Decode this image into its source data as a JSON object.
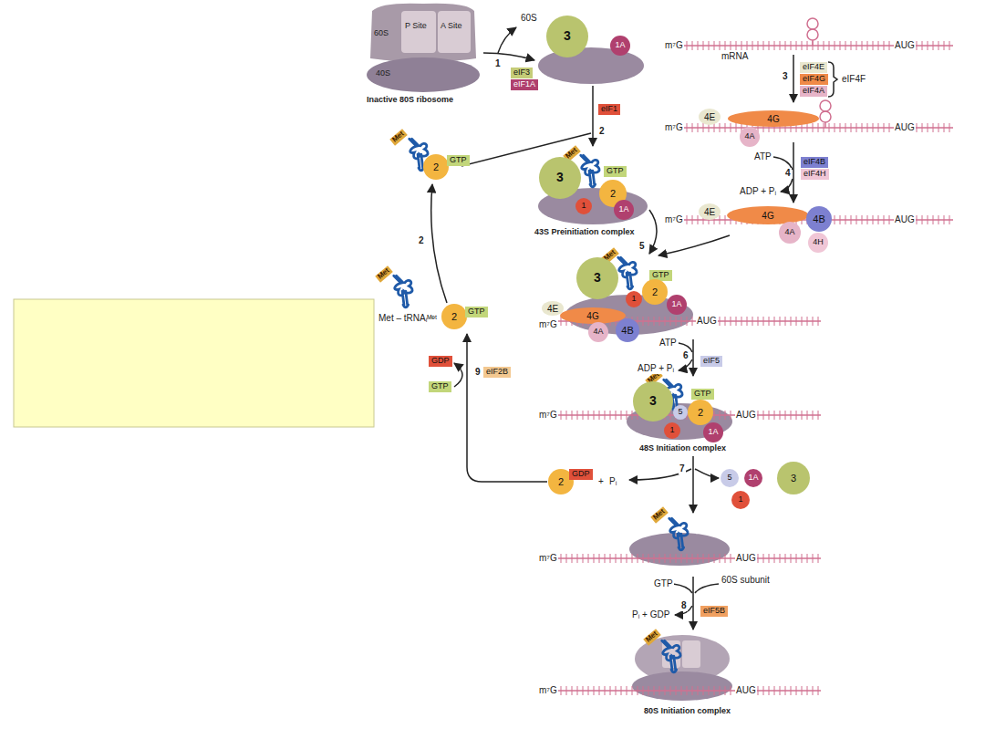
{
  "diagram": {
    "nodes": [
      {
        "text": [
          "60S",
          "P Site",
          "A Site",
          "40S",
          "Inactive 80S ribosome"
        ]
      },
      {
        "text": [
          "eIF3"
        ]
      },
      {
        "text": [
          "eIF1A"
        ]
      },
      {
        "text": [
          "3"
        ]
      },
      {
        "text": [
          "1A"
        ]
      },
      {
        "text": [
          "eIF1"
        ]
      },
      {
        "text": [
          "Met"
        ]
      },
      {
        "text": [
          "2"
        ]
      },
      {
        "text": [
          "GTP"
        ]
      },
      {
        "text": [
          "Met"
        ]
      },
      {
        "text": [
          "3"
        ]
      },
      {
        "text": [
          "GTP"
        ]
      },
      {
        "text": [
          "2"
        ]
      },
      {
        "text": [
          "1"
        ]
      },
      {
        "text": [
          "1A"
        ]
      },
      {
        "text": [
          "eIF4E"
        ]
      },
      {
        "text": [
          "eIF4G"
        ]
      },
      {
        "text": [
          "eIF4A"
        ]
      },
      {
        "text": [
          "4E"
        ]
      },
      {
        "text": [
          "4G"
        ]
      },
      {
        "text": [
          "4A"
        ]
      },
      {
        "text": [
          "eIF4B"
        ]
      },
      {
        "text": [
          "eIF4H"
        ]
      },
      {
        "text": [
          "4E"
        ]
      },
      {
        "text": [
          "4G"
        ]
      },
      {
        "text": [
          "4B"
        ]
      },
      {
        "text": [
          "4A"
        ]
      },
      {
        "text": [
          "4H"
        ]
      },
      {
        "text": [
          "4E"
        ]
      },
      {
        "text": [
          "Met"
        ]
      },
      {
        "text": [
          "3"
        ]
      },
      {
        "text": [
          "GTP"
        ]
      },
      {
        "text": [
          "4G"
        ]
      },
      {
        "text": [
          "1"
        ]
      },
      {
        "text": [
          "2"
        ]
      },
      {
        "text": [
          "1A"
        ]
      },
      {
        "text": [
          "4A"
        ]
      },
      {
        "text": [
          "4B"
        ]
      },
      {
        "text": [
          "eIF5"
        ]
      },
      {
        "text": [
          "Met"
        ]
      },
      {
        "text": [
          "3"
        ]
      },
      {
        "text": [
          "GTP"
        ]
      },
      {
        "text": [
          "5"
        ]
      },
      {
        "text": [
          "2"
        ]
      },
      {
        "text": [
          "1"
        ]
      },
      {
        "text": [
          "1A"
        ]
      },
      {
        "text": [
          "2"
        ]
      },
      {
        "text": [
          "GDP"
        ]
      },
      {
        "text": [
          "5"
        ]
      },
      {
        "text": [
          "1A"
        ]
      },
      {
        "text": [
          "3"
        ]
      },
      {
        "text": [
          "1"
        ]
      },
      {
        "text": [
          "Met"
        ]
      },
      {
        "text": [
          "eIF5B"
        ]
      },
      {
        "text": [
          "Met"
        ]
      },
      {
        "text": [
          "Met"
        ]
      },
      {
        "text": [
          "2"
        ]
      },
      {
        "text": [
          "GTP"
        ]
      },
      {
        "text": [
          "GDP"
        ]
      },
      {
        "text": [
          "eIF2B"
        ]
      },
      {
        "text": [
          "GTP"
        ]
      }
    ],
    "labels": [
      "1",
      "60S",
      "2",
      "m⁷G",
      "mRNA",
      "AUG",
      "3",
      "eIF4F",
      "m⁷G",
      "AUG",
      "ATP",
      "4",
      "ADP + Pᵢ",
      "43S Preinitiation complex",
      "m⁷G",
      "AUG",
      "5",
      "Met – tRNAᵢᴹᵉᵗ",
      "2",
      "m⁷G",
      "AUG",
      "ATP",
      "6",
      "ADP + Pᵢ",
      "9",
      "48S Initiation complex",
      "m⁷G",
      "AUG",
      "7",
      "+",
      "Pᵢ",
      "m⁷G",
      "AUG",
      "GTP",
      "60S subunit",
      "8",
      "Pᵢ + GDP",
      "m⁷G",
      "AUG",
      "80S Initiation complex"
    ]
  }
}
